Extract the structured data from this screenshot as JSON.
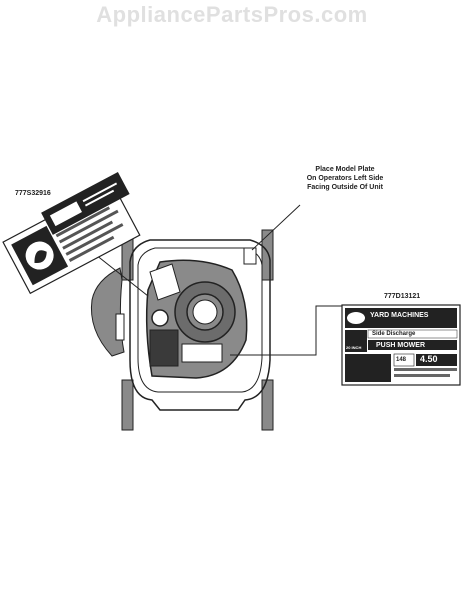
{
  "watermark": "AppliancePartsPros.com",
  "callouts": {
    "part_decal_left": "777S32916",
    "part_decal_right": "777D13121",
    "note_line1": "Place Model Plate",
    "note_line2": "On Operators Left Side",
    "note_line3": "Facing Outside Of Unit"
  },
  "decal_right": {
    "brand": "YARD MACHINES",
    "sub": "Side Discharge",
    "product": "PUSH MOWER",
    "size": "20 INCH",
    "cc": "148",
    "hp": "4.50"
  },
  "colors": {
    "line": "#222222",
    "fill_gray": "#8a8a8a",
    "fill_dark": "#3a3a3a",
    "watermark": "#e0e0e0"
  }
}
